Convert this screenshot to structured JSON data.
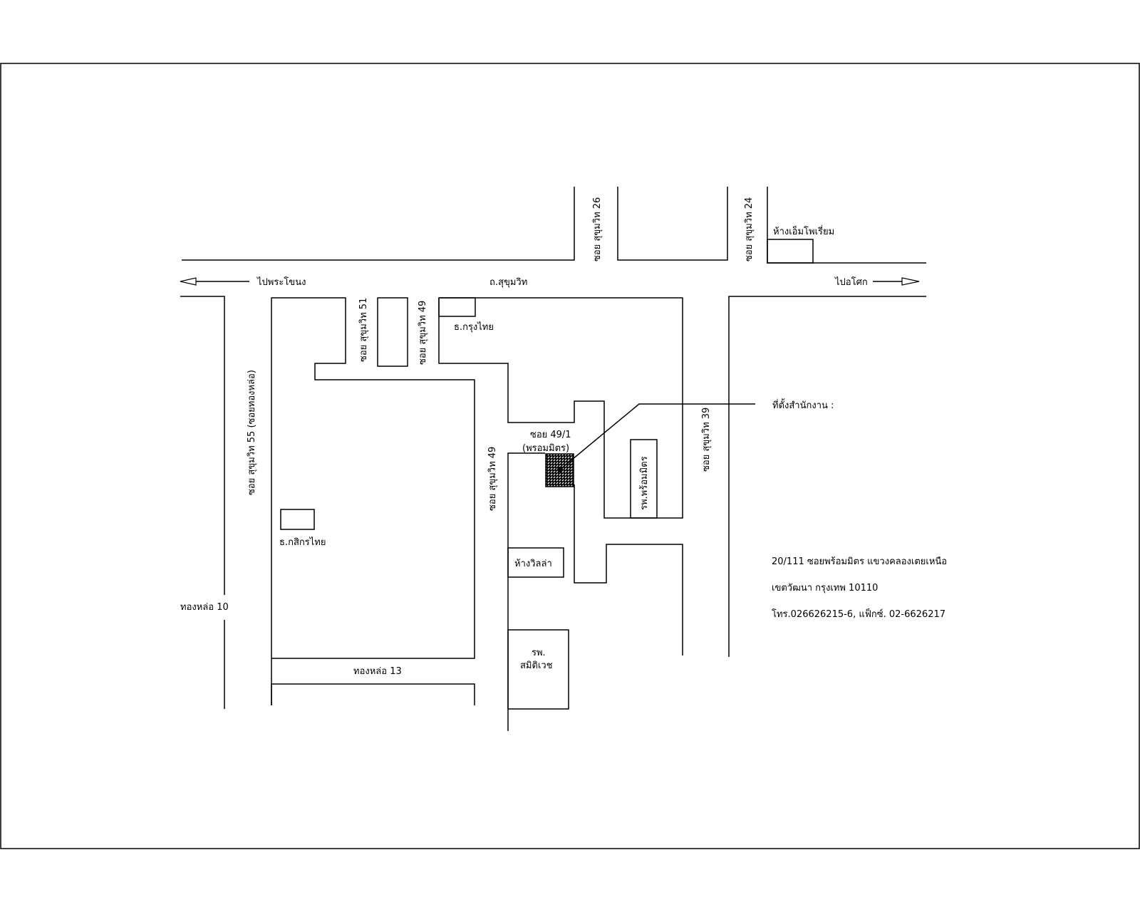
{
  "labels": {
    "sukhumvit_road": "ถ.สุขุมวิท",
    "to_phra_khanong": "ไปพระโขนง",
    "to_asok": "ไปอโศก",
    "soi_sukhumvit_26": "ซอย สุขุมวิท 26",
    "soi_sukhumvit_24": "ซอย สุขุมวิท 24",
    "emporium": "ห้างเอ็มโพเรี่ยม",
    "soi_sukhumvit_51": "ซอย สุขุมวิท 51",
    "soi_sukhumvit_49_top": "ซอย สุขุมวิท 49",
    "krung_thai_bank": "ธ.กรุงไทย",
    "soi_sukhumvit_55": "ซอย สุขุมวิท 55 (ซอยทองหล่อ)",
    "kasikorn_bank": "ธ.กสิกรไทย",
    "thonglor_10": "ทองหล่อ 10",
    "thonglor_13": "ทองหล่อ 13",
    "soi_49_1_line1": "ซอย 49/1",
    "soi_49_1_line2": "(พรอมมิตร)",
    "soi_sukhumvit_49_bottom": "ซอย สุขุมวิท 49",
    "villa_store": "ห้างวิลล่า",
    "samitivej_line1": "รพ.",
    "samitivej_line2": "สมิติเวช",
    "phrommit_hospital": "รพ.พร้อมมิตร",
    "soi_sukhumvit_39": "ซอย สุขุมวิท 39",
    "office_location": "ที่ตั้งสำนักงาน :"
  },
  "address": {
    "line1": "20/111 ซอยพร้อมมิตร แขวงคลองเตยเหนือ",
    "line2": "เขตวัฒนา กรุงเทพ 10110",
    "line3": "โทร.026626215-6, แฟ็กซ์. 02-6626217"
  }
}
